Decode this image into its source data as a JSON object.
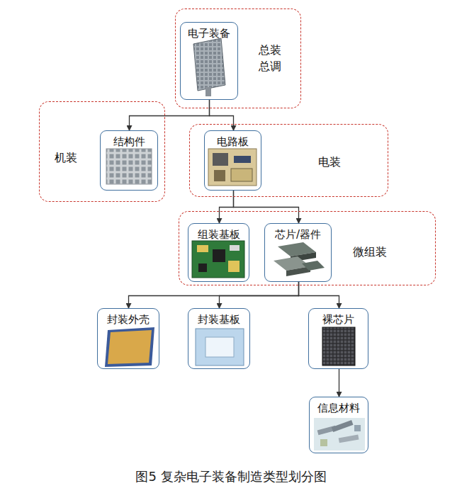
{
  "diagram": {
    "caption": "图5 复杂电子装备制造类型划分图",
    "nodes": [
      {
        "text": [
          "总装 总调"
        ]
      },
      {
        "text": [
          "电子装备"
        ],
        "in": 0
      },
      {
        "text": [
          "机装"
        ]
      },
      {
        "text": [
          "结构件"
        ],
        "in": 2
      },
      {
        "text": [
          "电装"
        ]
      },
      {
        "text": [
          "电路板"
        ],
        "in": 4
      },
      {
        "text": [
          "微组装"
        ]
      },
      {
        "text": [
          "组装基板"
        ],
        "in": 6
      },
      {
        "text": [
          "芯片/器件"
        ],
        "in": 6
      },
      {
        "text": [
          "封装外壳"
        ]
      },
      {
        "text": [
          "封装基板"
        ]
      },
      {
        "text": [
          "裸芯片"
        ]
      },
      {
        "text": [
          "信息材料"
        ]
      }
    ],
    "edges": [
      {
        "from": 1,
        "to": 3,
        "arrow": "to"
      },
      {
        "from": 1,
        "to": 5,
        "arrow": "to"
      },
      {
        "from": 5,
        "to": 7,
        "arrow": "to"
      },
      {
        "from": 5,
        "to": 8,
        "arrow": "to"
      },
      {
        "from": 8,
        "to": 9,
        "arrow": "to"
      },
      {
        "from": 8,
        "to": 10,
        "arrow": "to"
      },
      {
        "from": 8,
        "to": 11,
        "arrow": "to"
      },
      {
        "from": 11,
        "to": 12,
        "arrow": "to"
      }
    ]
  }
}
